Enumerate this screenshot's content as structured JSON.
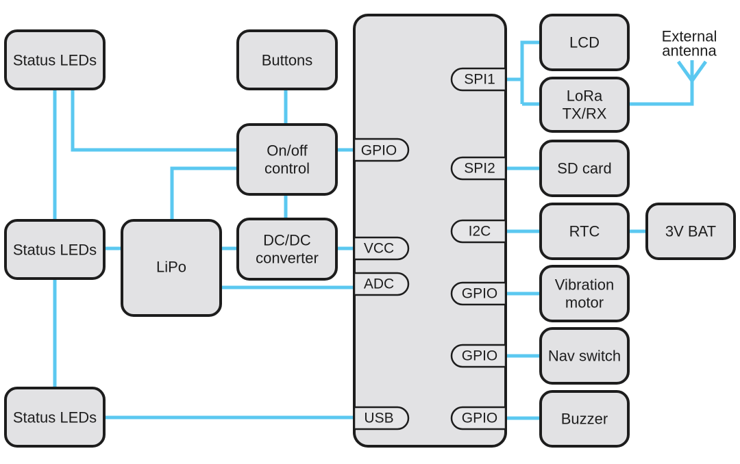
{
  "blocks": {
    "status_leds_top": "Status LEDs",
    "status_leds_mid": "Status LEDs",
    "status_leds_bottom": "Status LEDs",
    "buttons": "Buttons",
    "onoff_line1": "On/off",
    "onoff_line2": "control",
    "lipo": "LiPo",
    "dcdc_line1": "DC/DC",
    "dcdc_line2": "converter",
    "lcd": "LCD",
    "lora_line1": "LoRa",
    "lora_line2": "TX/RX",
    "sd_card": "SD card",
    "rtc": "RTC",
    "bat": "3V BAT",
    "vibration_line1": "Vibration",
    "vibration_line2": "motor",
    "nav_switch": "Nav switch",
    "buzzer": "Buzzer"
  },
  "pins": {
    "gpio_left": "GPIO",
    "vcc": "VCC",
    "adc": "ADC",
    "usb": "USB",
    "spi1": "SPI1",
    "spi2": "SPI2",
    "i2c": "I2C",
    "gpio_vibration": "GPIO",
    "gpio_nav": "GPIO",
    "gpio_buzzer": "GPIO"
  },
  "antenna": {
    "line1": "External",
    "line2": "antenna"
  },
  "colors": {
    "wire": "#5bc8f0",
    "block_fill": "#e2e2e4",
    "outline": "#1d1d1d"
  }
}
